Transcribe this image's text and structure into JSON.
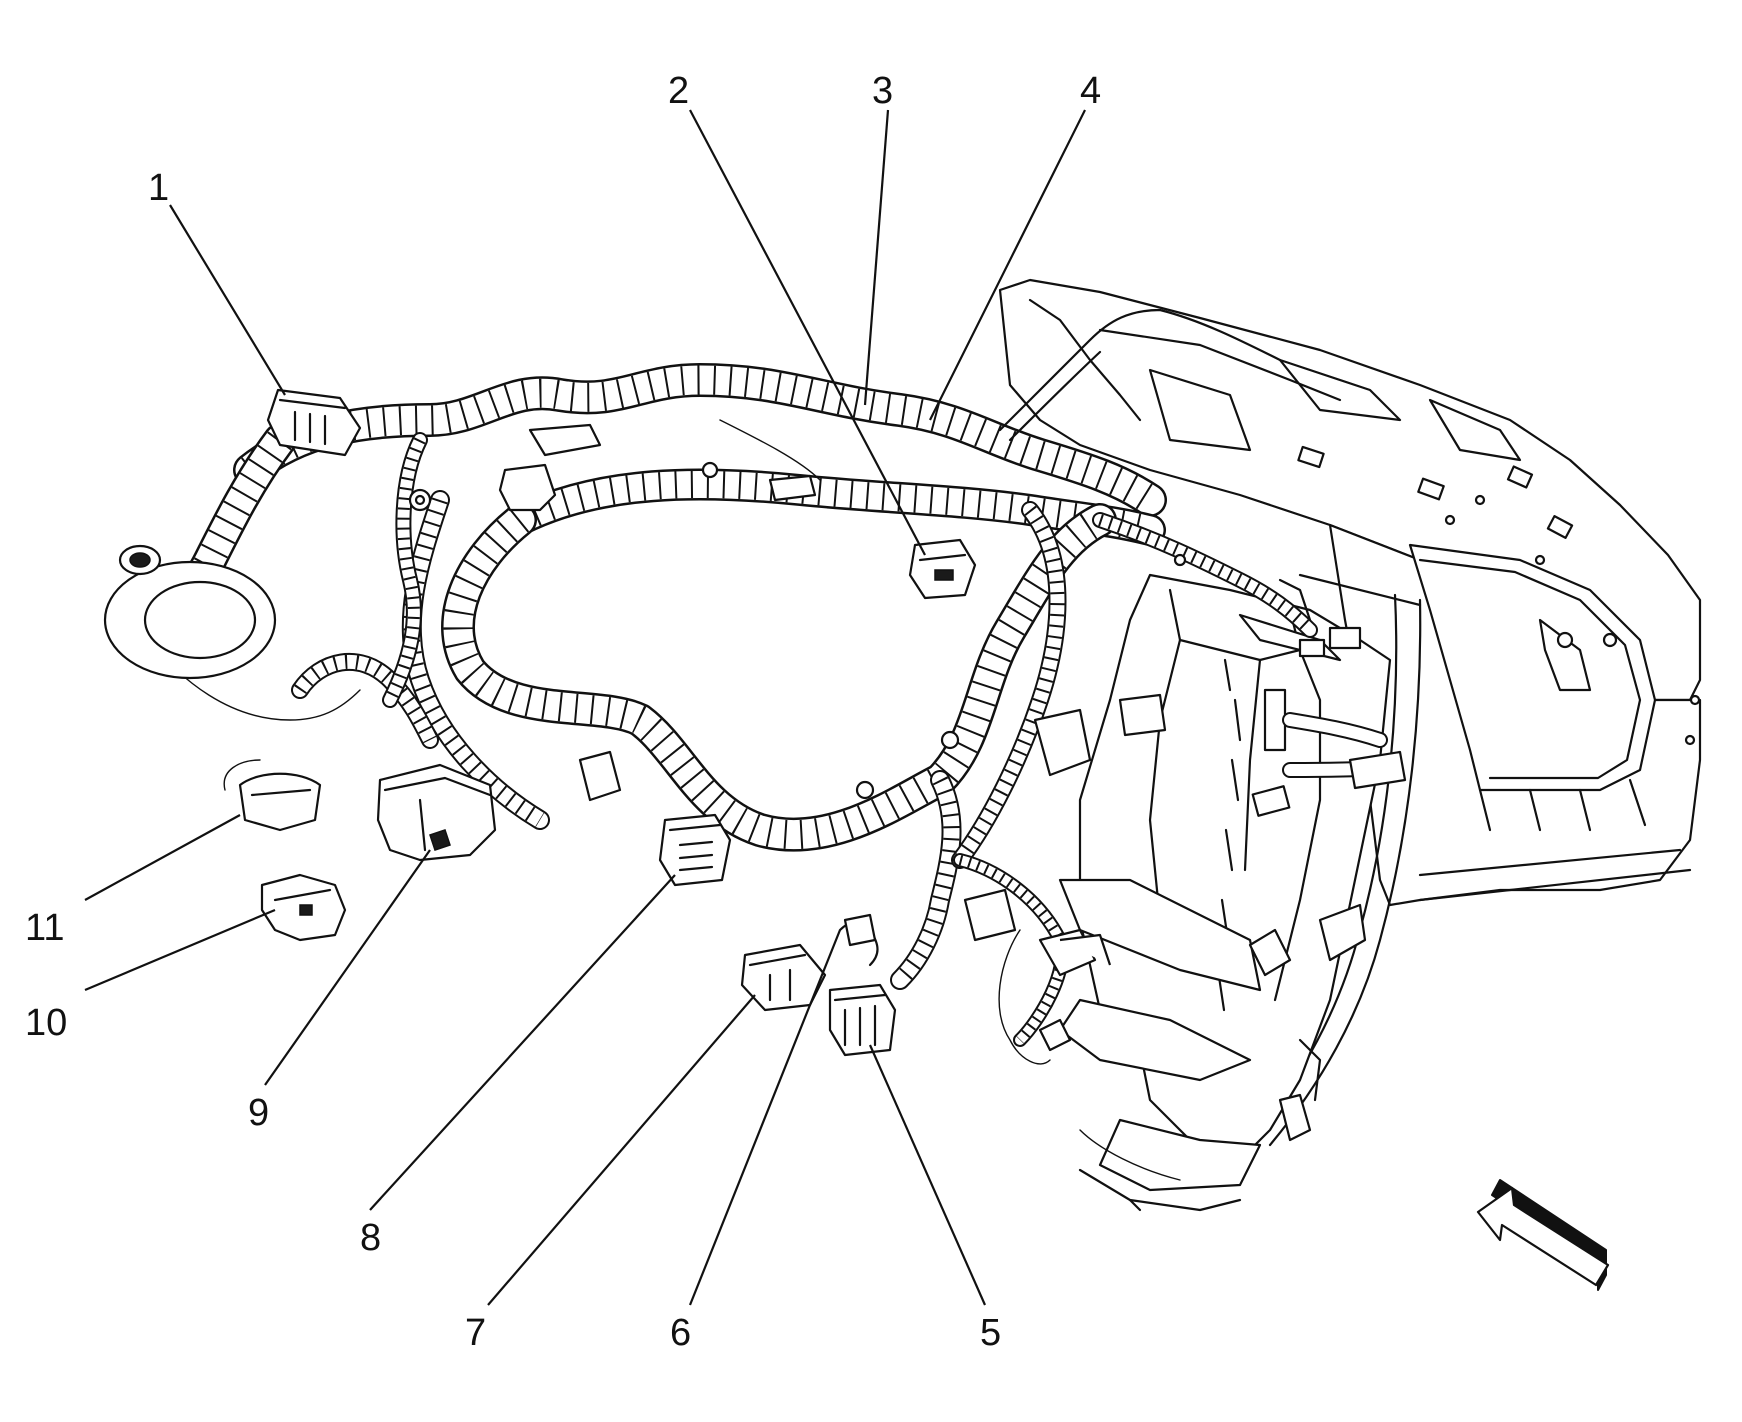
{
  "callouts": [
    {
      "id": "1",
      "label": "1"
    },
    {
      "id": "2",
      "label": "2"
    },
    {
      "id": "3",
      "label": "3"
    },
    {
      "id": "4",
      "label": "4"
    },
    {
      "id": "5",
      "label": "5"
    },
    {
      "id": "6",
      "label": "6"
    },
    {
      "id": "7",
      "label": "7"
    },
    {
      "id": "8",
      "label": "8"
    },
    {
      "id": "9",
      "label": "9"
    },
    {
      "id": "10",
      "label": "10"
    },
    {
      "id": "11",
      "label": "11"
    }
  ],
  "icons": {
    "view_direction": "view-direction-arrow-icon"
  }
}
